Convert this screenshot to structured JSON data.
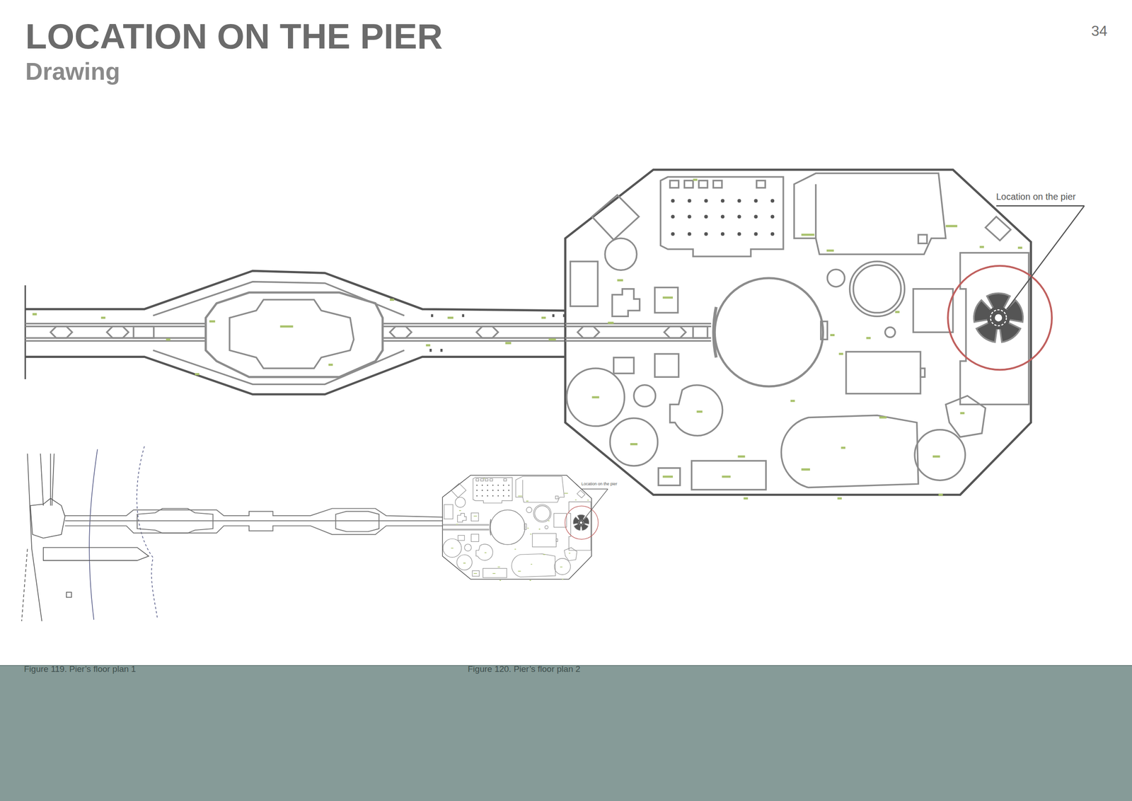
{
  "diagram": {
    "title": "LOCATION ON THE PIER",
    "labels": [
      "Drawing",
      "34",
      "Location on the pier",
      "Location on the pier",
      "Figure 119. Pier’s floor plan 1",
      "Figure 120. Pier’s floor plan 2"
    ]
  }
}
